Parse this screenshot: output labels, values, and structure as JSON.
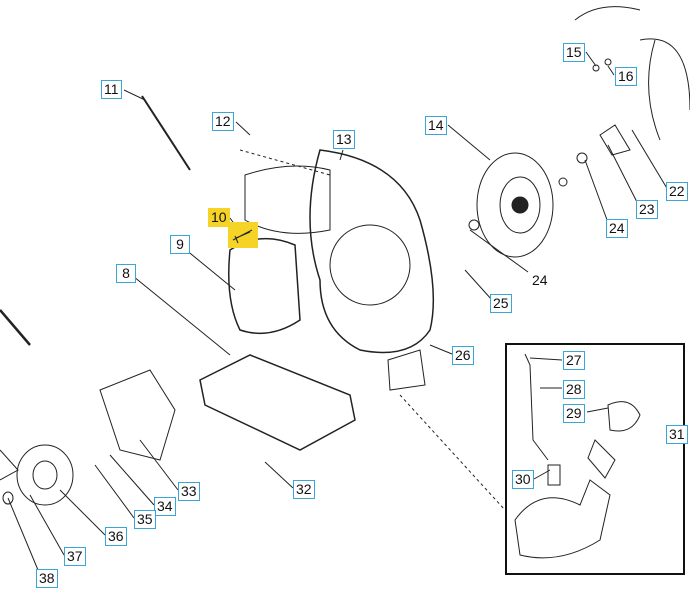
{
  "diagram": {
    "highlighted_part": "10",
    "highlight_color": "#f5d327",
    "label_border_color": "#3aa6d8",
    "callouts": [
      "11",
      "12",
      "13",
      "14",
      "15",
      "16",
      "22",
      "23",
      "24",
      "24",
      "25",
      "26",
      "27",
      "28",
      "29",
      "30",
      "31",
      "32",
      "33",
      "34",
      "35",
      "36",
      "37",
      "38",
      "10",
      "9",
      "8"
    ]
  }
}
